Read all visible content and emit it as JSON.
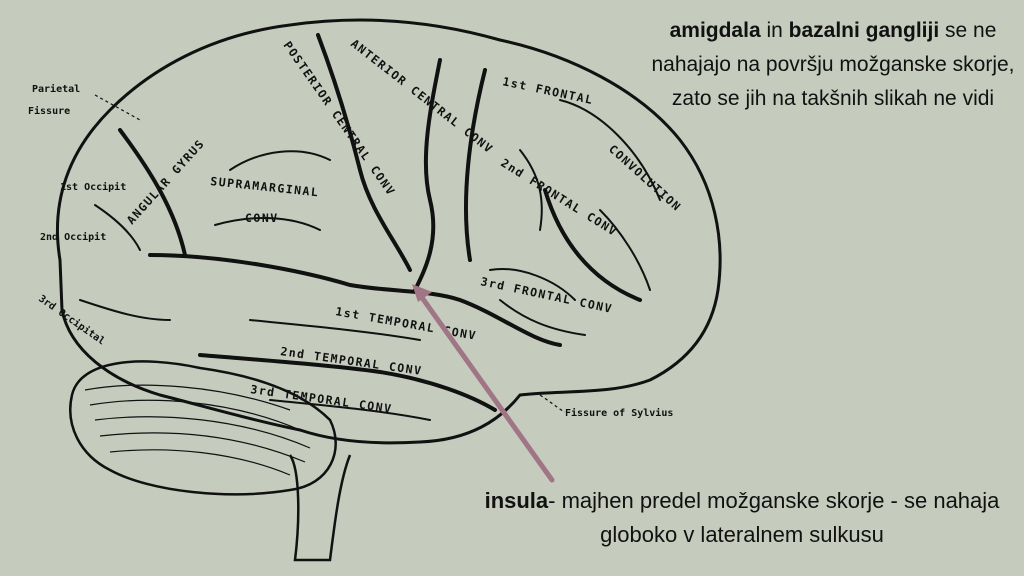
{
  "labels": {
    "parietal_fissure_1": "Parietal",
    "parietal_fissure_2": "Fissure",
    "anterior_central": "ANTERIOR CENTRAL CONV",
    "posterior_central": "POSTERIOR CENTRAL CONV",
    "frontal_1": "1st FRONTAL",
    "frontal_convolution": "CONVOLUTION",
    "frontal_2": "2nd FRONTAL CONV",
    "frontal_3": "3rd FRONTAL CONV",
    "angular_gyrus": "ANGULAR GYRUS",
    "supramarginal": "SUPRAMARGINAL",
    "supramarginal_conv": "CONV",
    "occip_1": "1st Occipit",
    "occip_2": "2nd Occipit",
    "occip_3": "3rd Occipital",
    "temporal_1": "1st TEMPORAL CONV",
    "temporal_2": "2nd TEMPORAL CONV",
    "temporal_3": "3rd TEMPORAL CONV",
    "fissure_sylvius": "Fissure of Sylvius"
  },
  "notes": {
    "top": {
      "amigdala": "amigdala",
      "in": " in ",
      "bazalni": "bazalni gangliji",
      "rest": " se ne nahajajo na površju možganske skorje, zato se jih na takšnih slikah ne vidi"
    },
    "bottom": {
      "insula": "insula",
      "rest": "- majhen predel možganske skorje - se nahaja  globoko v lateralnem sulkusu"
    }
  },
  "colors": {
    "background": "#c5cbbd",
    "arrow": "#a07585",
    "ink": "#111111"
  }
}
